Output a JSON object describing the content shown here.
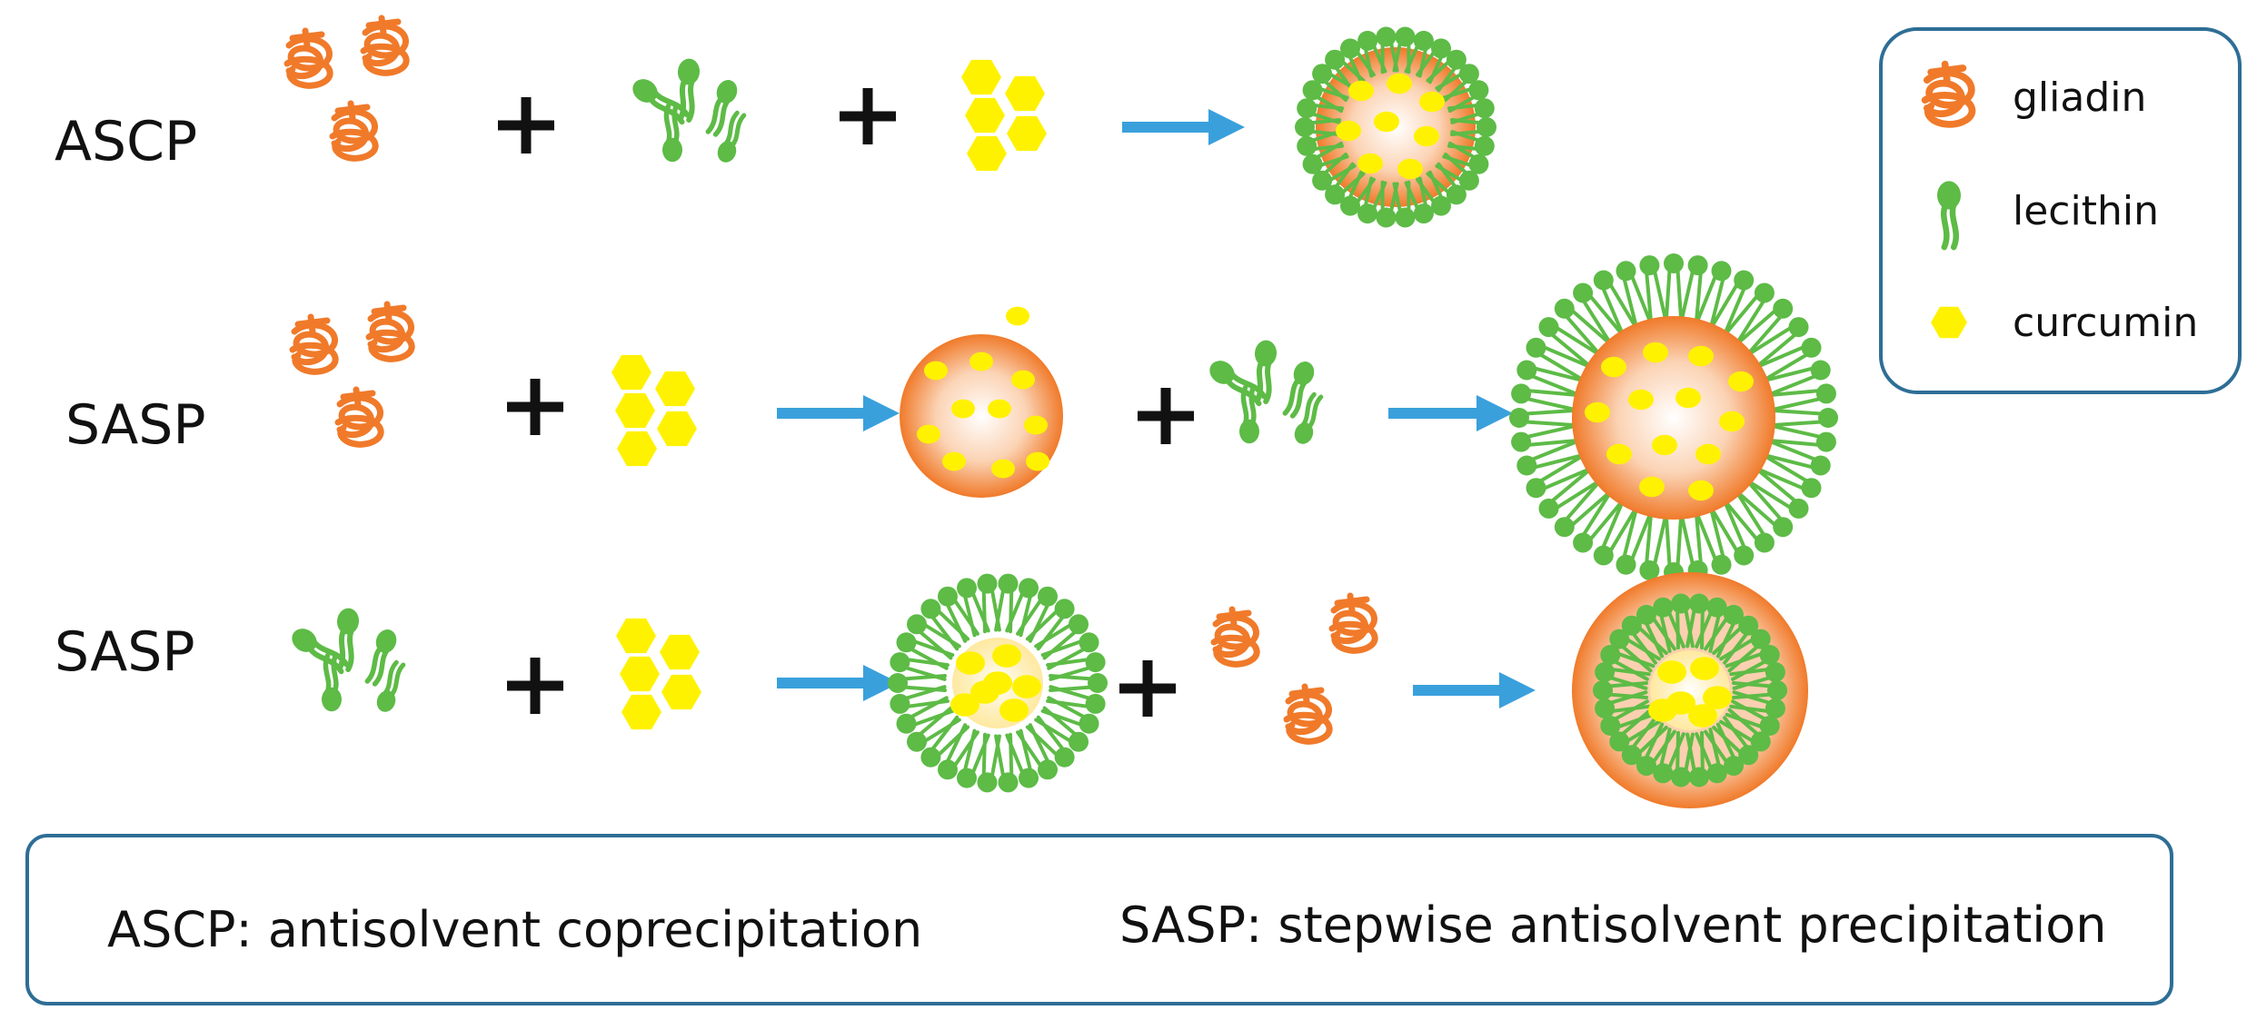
{
  "rows": [
    {
      "label": "ASCP"
    },
    {
      "label": "SASP"
    },
    {
      "label": "SASP"
    }
  ],
  "legend": {
    "items": [
      {
        "label": "gliadin",
        "icon": "gliadin-icon"
      },
      {
        "label": "lecithin",
        "icon": "lecithin-icon"
      },
      {
        "label": "curcumin",
        "icon": "curcumin-icon"
      }
    ]
  },
  "definitions": {
    "ascp": "ASCP:  antisolvent coprecipitation",
    "sasp": "SASP:   stepwise antisolvent precipitation"
  },
  "colors": {
    "gliadin": "#f07a2a",
    "lecithin": "#5dbb46",
    "curcumin": "#fff200",
    "arrow": "#3aa0dc",
    "frame": "#2e6e96"
  }
}
